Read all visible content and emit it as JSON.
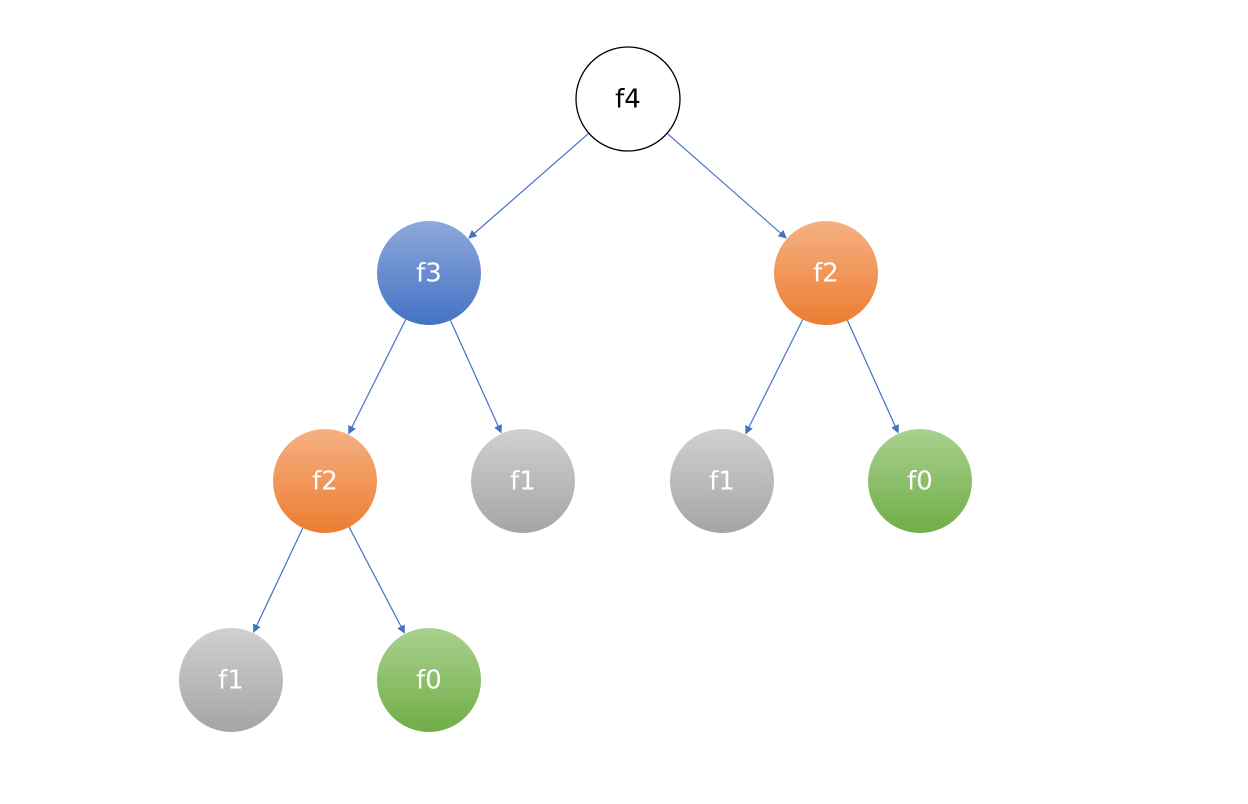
{
  "colors": {
    "edge": "#4472C4",
    "label_dark": "#000000",
    "label_light": "#ffffff",
    "white_fill": "#ffffff",
    "white_stroke": "#000000",
    "blue_top": "#8EA9DB",
    "blue_bottom": "#4472C4",
    "orange_top": "#F4B183",
    "orange_bottom": "#ED7D31",
    "gray_top": "#D0D0D0",
    "gray_bottom": "#A5A5A5",
    "green_top": "#A9D18E",
    "green_bottom": "#70AD47"
  },
  "nodes": [
    {
      "id": "n-f4",
      "label": "f4",
      "style": "white"
    },
    {
      "id": "n-f3",
      "label": "f3",
      "style": "blue"
    },
    {
      "id": "n-f2-r",
      "label": "f2",
      "style": "orange"
    },
    {
      "id": "n-f2-l",
      "label": "f2",
      "style": "orange"
    },
    {
      "id": "n-f1-a",
      "label": "f1",
      "style": "gray"
    },
    {
      "id": "n-f1-b",
      "label": "f1",
      "style": "gray"
    },
    {
      "id": "n-f0-a",
      "label": "f0",
      "style": "green"
    },
    {
      "id": "n-f1-c",
      "label": "f1",
      "style": "gray"
    },
    {
      "id": "n-f0-b",
      "label": "f0",
      "style": "green"
    }
  ],
  "edges": [
    [
      "n-f4",
      "n-f3"
    ],
    [
      "n-f4",
      "n-f2-r"
    ],
    [
      "n-f3",
      "n-f2-l"
    ],
    [
      "n-f3",
      "n-f1-a"
    ],
    [
      "n-f2-r",
      "n-f1-b"
    ],
    [
      "n-f2-r",
      "n-f0-a"
    ],
    [
      "n-f2-l",
      "n-f1-c"
    ],
    [
      "n-f2-l",
      "n-f0-b"
    ]
  ]
}
